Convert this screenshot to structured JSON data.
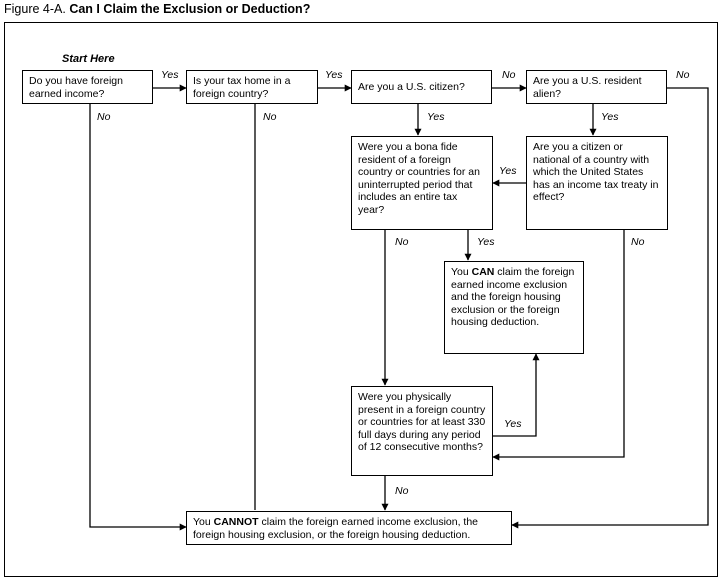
{
  "figure": {
    "label": "Figure 4-A.",
    "title": "Can I Claim the Exclusion or Deduction?"
  },
  "start_label": "Start Here",
  "nodes": {
    "foreign_income": "Do you have foreign earned income?",
    "tax_home": "Is your tax home in a foreign country?",
    "us_citizen": "Are you a U.S. citizen?",
    "resident_alien": "Are you a U.S. resident alien?",
    "bona_fide": "Were you a bona fide resident of a foreign country or countries for an uninterrupted period that includes an entire tax year?",
    "treaty": "Are you a citizen or national of a country with which the United States has an income tax treaty in effect?",
    "can_claim": {
      "before": "You ",
      "emph": "CAN",
      "after": " claim the foreign earned income exclusion and the foreign housing exclusion or the foreign housing deduction."
    },
    "physical_presence": "Were you physically present in a foreign country or countries for at least 330 full days during any period of 12 consecutive months?",
    "cannot_claim": {
      "before": "You ",
      "emph": "CANNOT",
      "after": " claim the foreign earned income exclusion, the foreign housing exclusion, or the foreign housing deduction."
    }
  },
  "edge_labels": {
    "yes": "Yes",
    "no": "No"
  }
}
